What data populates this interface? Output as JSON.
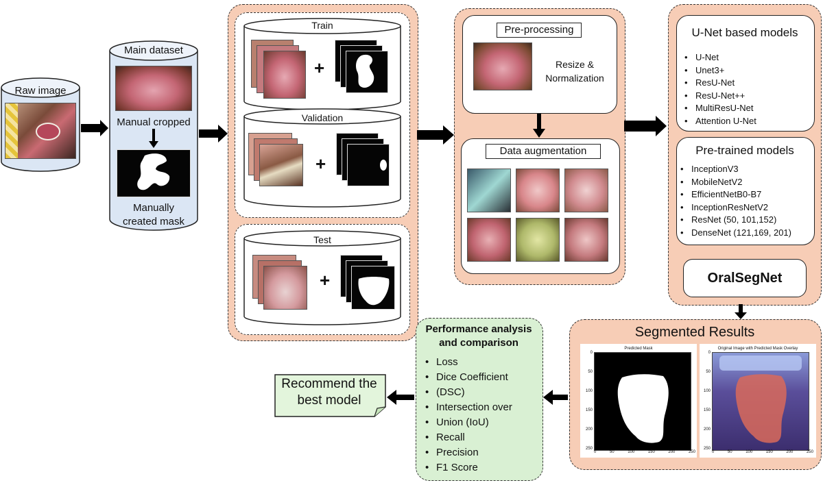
{
  "raw_image": {
    "label": "Raw image"
  },
  "main_dataset": {
    "title": "Main dataset",
    "cropped_label": "Manual cropped",
    "mask_label_line1": "Manually",
    "mask_label_line2": "created mask"
  },
  "splits": {
    "train_label": "Train",
    "validation_label": "Validation",
    "test_label": "Test",
    "plus_sign": "+"
  },
  "preprocessing": {
    "title": "Pre-processing",
    "description_line1": "Resize &",
    "description_line2": "Normalization",
    "augmentation_title": "Data augmentation"
  },
  "models": {
    "unet_title": "U-Net based  models",
    "unet_items": [
      "U-Net",
      "Unet3+",
      "ResU-Net",
      "ResU-Net++",
      "MultiResU-Net",
      "Attention U-Net"
    ],
    "pretrained_title": "Pre-trained models",
    "pretrained_items": [
      "InceptionV3",
      "MobileNetV2",
      "EfficientNetB0-B7",
      "InceptionResNetV2",
      "ResNet (50, 101,152)",
      "DenseNet (121,169, 201)"
    ],
    "oralsegnet_label": "OralSegNet"
  },
  "segmented_results": {
    "title": "Segmented Results",
    "left_plot_title": "Predicted Mask",
    "right_plot_title": "Original Image with Predicted Mask Overlay",
    "x_ticks": [
      "0",
      "50",
      "100",
      "150",
      "200",
      "250"
    ],
    "y_ticks": [
      "0",
      "50",
      "100",
      "150",
      "200",
      "250"
    ]
  },
  "performance": {
    "title_line1": "Performance analysis",
    "title_line2": "and comparison",
    "items": [
      "Loss",
      "Dice Coefficient",
      "(DSC)",
      "Intersection over",
      "Union (IoU)",
      "Recall",
      "Precision",
      "F1 Score"
    ]
  },
  "recommend": {
    "line1": "Recommend the",
    "line2": "best model"
  },
  "colors": {
    "stage_fill": "#f7cdb6",
    "dataset_fill": "#dbe6f4",
    "performance_fill": "#d9f0d3",
    "recommend_fill": "#e3f5dc",
    "arrow": "#000000",
    "overlay_red": "#d96a5a",
    "overlay_blue": "#6a62b0"
  }
}
